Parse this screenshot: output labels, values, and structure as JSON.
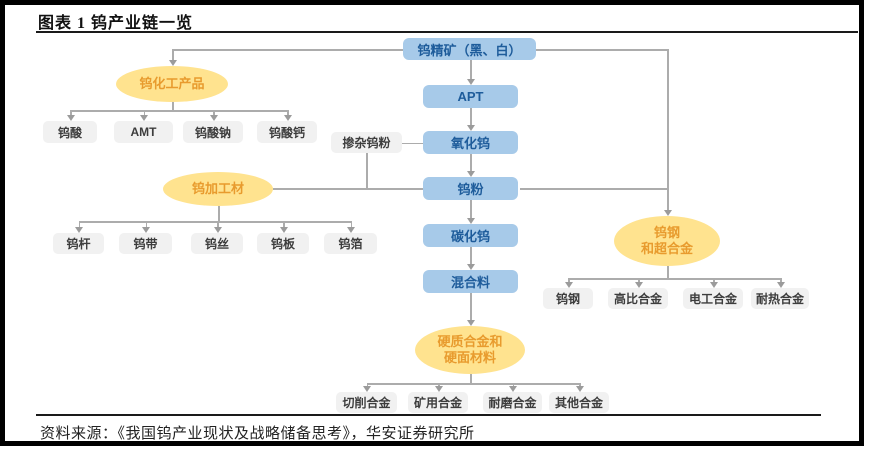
{
  "title": "图表 1 钨产业链一览",
  "source": "资料来源：《我国钨产业现状及战略储备思考》，华安证券研究所",
  "colors": {
    "blue_box_fill": "#a7cae9",
    "blue_box_text": "#1e5c9b",
    "yellow_ellipse_fill": "#ffe38f",
    "yellow_ellipse_text": "#e89b2e",
    "gray_box_fill": "#f1f1f1",
    "gray_box_text": "#3d3d3d",
    "connector_line": "#acacac",
    "frame": "#000000"
  },
  "nodes": {
    "concentrate": "钨精矿（黑、白）",
    "apt": "APT",
    "oxide": "氧化钨",
    "powder": "钨粉",
    "carbide": "碳化钨",
    "mixture": "混合料",
    "doped_powder": "掺杂钨粉"
  },
  "groups": {
    "chemical": {
      "label_lines": [
        "钨化工产品",
        ""
      ],
      "children": [
        "钨酸",
        "AMT",
        "钨酸钠",
        "钨酸钙"
      ]
    },
    "processed": {
      "label_lines": [
        "钨加工材",
        ""
      ],
      "children": [
        "钨杆",
        "钨带",
        "钨丝",
        "钨板",
        "钨箔"
      ]
    },
    "steel": {
      "label_lines": [
        "钨钢",
        "和超合金"
      ],
      "children": [
        "钨钢",
        "高比合金",
        "电工合金",
        "耐热合金"
      ]
    },
    "hard": {
      "label_lines": [
        "硬质合金和",
        "硬面材料"
      ],
      "children": [
        "切削合金",
        "矿用合金",
        "耐磨合金",
        "其他合金"
      ]
    }
  }
}
